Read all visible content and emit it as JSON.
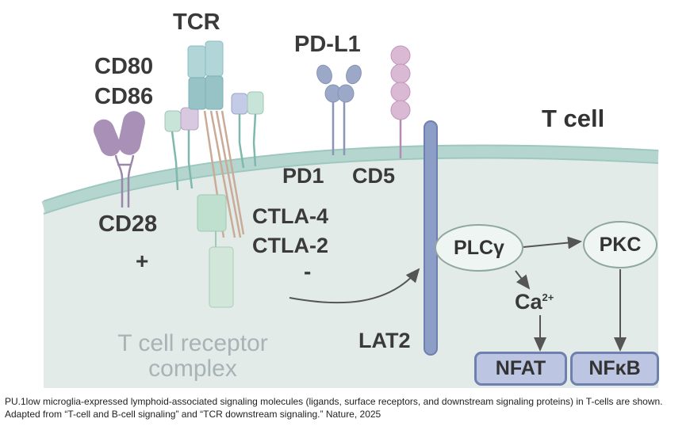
{
  "labels": {
    "tcr": "TCR",
    "cd80": "CD80",
    "cd86": "CD86",
    "pdl1": "PD-L1",
    "tcell": "T cell",
    "pd1": "PD1",
    "cd5": "CD5",
    "cd28": "CD28",
    "plus": "+",
    "ctla4": "CTLA-4",
    "ctla2": "CTLA-2",
    "minus": "-",
    "plcg": "PLCγ",
    "pkc": "PKC",
    "ca": "Ca",
    "ca_charge": "2+",
    "lat2": "LAT2",
    "complex_line1": "T cell receptor",
    "complex_line2": "complex",
    "nfat": "NFAT",
    "nfkb": "NFκB"
  },
  "caption": "PU.1low microglia-expressed lymphoid-associated signaling molecules (ligands, surface receptors, and downstream signaling proteins) in T-cells are shown. Adapted from “T-cell and B-cell signaling” and “TCR downstream signaling.” Nature, 2025",
  "colors": {
    "cytoplasm": "#e3ebe9",
    "membrane": "#b5d6cf",
    "lat2": "#8c9dc6",
    "cd80_cd86": "#a890b6",
    "pdl1": "#9ca8c8",
    "cd5": "#d6b3d1",
    "tcr": "#97c3c6",
    "cd3": "#bfe0cf",
    "box_fill": "#bcc6e2"
  }
}
